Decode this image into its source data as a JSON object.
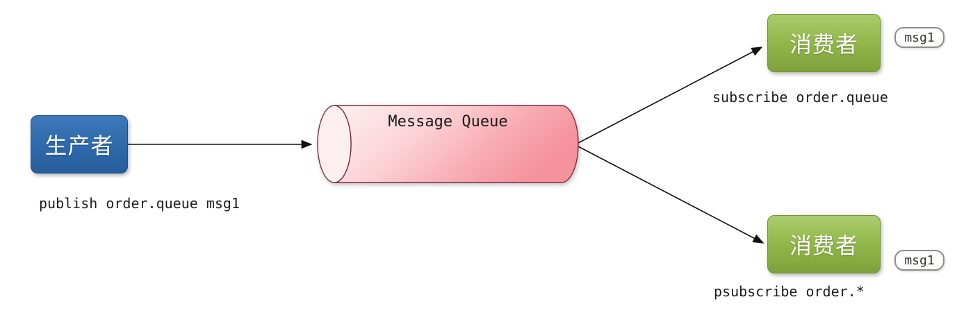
{
  "diagram": {
    "producer": {
      "label": "生产者",
      "command": "publish order.queue msg1",
      "color": "#2f6aab"
    },
    "queue": {
      "label": "Message Queue",
      "fill_light": "#fdf1f2",
      "fill_dark": "#f5939c",
      "stroke": "#7c2d3e"
    },
    "consumers": [
      {
        "label": "消费者",
        "command": "subscribe order.queue",
        "message_badge": "msg1"
      },
      {
        "label": "消费者",
        "command": "psubscribe order.*",
        "message_badge": "msg1"
      }
    ],
    "consumer_color": "#8fb548",
    "arrow_color": "#111111"
  }
}
